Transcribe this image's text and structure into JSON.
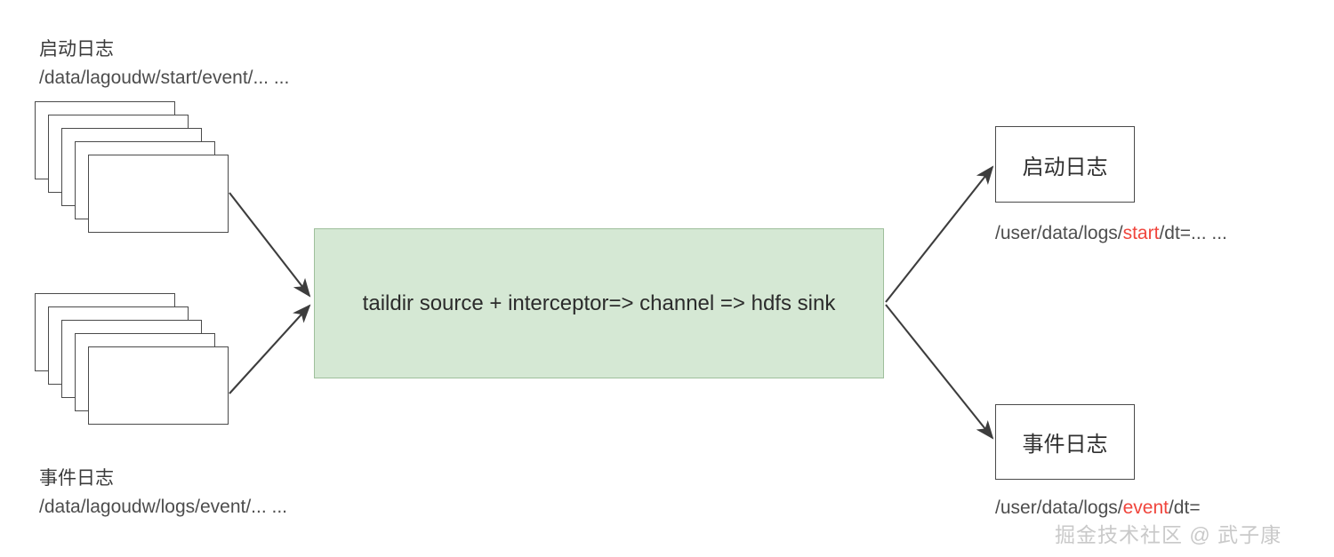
{
  "diagram": {
    "title": "Flume log collection pipeline",
    "colors": {
      "process_fill": "#d5e8d4",
      "process_stroke": "#9fbf9c",
      "box_stroke": "#4a4a4a",
      "text": "#4d4d4d",
      "highlight_red": "#f0453c",
      "background": "#ffffff"
    }
  },
  "sources": [
    {
      "id": "start-log-source",
      "title": "启动日志",
      "path": "/data/lagoudw/start/event/... ...",
      "sheet_count": 5
    },
    {
      "id": "event-log-source",
      "title": "事件日志",
      "path": "/data/lagoudw/logs/event/... ...",
      "sheet_count": 5
    }
  ],
  "process": {
    "label": "taildir source + interceptor=> channel => hdfs sink"
  },
  "outputs": [
    {
      "id": "start-log-output",
      "box_label": "启动日志",
      "path_prefix": "/user/data/logs/",
      "path_highlight": "start",
      "path_suffix": "/dt=... ..."
    },
    {
      "id": "event-log-output",
      "box_label": "事件日志",
      "path_prefix": "/user/data/logs/",
      "path_highlight": "event",
      "path_suffix": "/dt="
    }
  ],
  "watermark": {
    "text": "掘金技术社区 @ 武子康"
  }
}
